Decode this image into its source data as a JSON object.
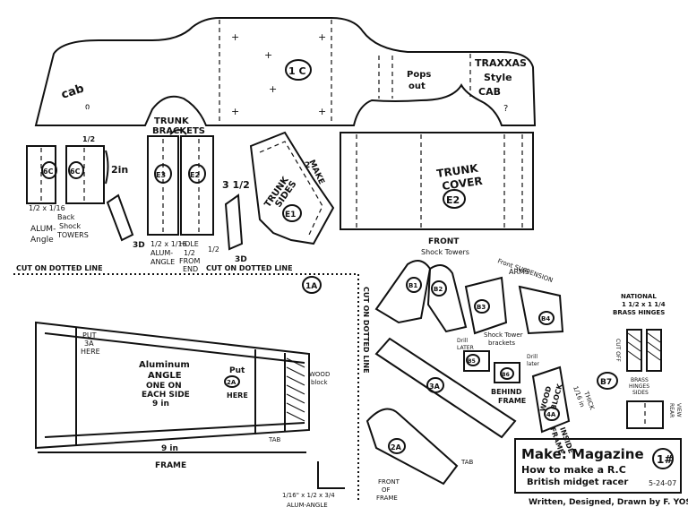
{
  "body_top": {
    "left_label": "cab",
    "left_mark": "ი",
    "center_circle": "1 C",
    "pops": "Pops",
    "out": "out",
    "traxxas": "TRAXXAS",
    "style": "Style",
    "cab": "CAB",
    "right_mark": "?"
  },
  "trunk_brackets": {
    "label1": "TRUNK",
    "label2": "BRACKETS"
  },
  "small_left": {
    "c1": "6C",
    "c2": "6C",
    "half": "1/2",
    "two_in": "2in",
    "dim": "1/2 x 1/16",
    "alum1": "ALUM-",
    "alum2": "Angle",
    "back": "Back",
    "shock": "Shock",
    "towers": "TOWERS",
    "three_d": "3D"
  },
  "e_parts": {
    "e3": "E3",
    "e2": "E2",
    "three_half": "3 1/2",
    "dim": "1/2 x 1/16",
    "alum1": "ALUM-",
    "alum2": "ANGLE",
    "hole": "HOLE",
    "hole_dim": "1/2",
    "from": "FROM",
    "end": "END",
    "half": "1/2",
    "three_d": "3D"
  },
  "trunk_sides": {
    "label1": "TRUNK",
    "label2": "SIDES",
    "code": "E1",
    "make": "MAKE",
    "two": "2"
  },
  "trunk_cover": {
    "label1": "TRUNK",
    "label2": "COVER",
    "code": "E2"
  },
  "cut_lines": {
    "left": "CUT ON DOTTED LINE",
    "mid": "CUT ON DOTTED LINE",
    "vertical": "CUT ON DOTTED LINE"
  },
  "frame": {
    "code": "1A",
    "put1": "PUT",
    "put2": "3A",
    "put3": "HERE",
    "alum1": "Aluminum",
    "alum2": "ANGLE",
    "alum3": "ONE ON",
    "alum4": "EACH SIDE",
    "alum5": "9 in",
    "put_b1": "Put",
    "put_b2": "2A",
    "put_b3": "HERE",
    "wood1": "WOOD",
    "wood2": "block",
    "tab": "TAB",
    "len": "9 in",
    "frame": "FRAME",
    "angle_dim": "1/16\" x 1/2 x 3/4",
    "angle_lbl": "ALUM-ANGLE"
  },
  "front": {
    "front": "FRONT",
    "shock_towers": "Shock Towers",
    "b1": "B1",
    "b2": "B2",
    "front_susp1": "Front SUSPENSION",
    "front_susp2": "ARMS",
    "b3": "B3",
    "b4": "B4",
    "drill1": "Drill",
    "drill2": "LATER",
    "stb1": "Shock Tower",
    "stb2": "brackets",
    "b5": "B5",
    "b6": "B6",
    "drill3": "Drill",
    "drill4": "later",
    "behind1": "BEHIND",
    "behind2": "FRAME",
    "p3a": "3A",
    "wood1": "WOOD",
    "wood2": "BLOCK",
    "p4a": "4A",
    "thick1": "1/16 in",
    "thick2": "THICK",
    "inside1": "INSIDE",
    "inside2": "FRAME",
    "p2a": "2A",
    "front_of1": "FRONT",
    "front_of2": "OF",
    "front_of3": "FRAME",
    "tab": "TAB"
  },
  "hinges": {
    "nat": "NATIONAL",
    "dim": "1 1/2 x 1 1/4",
    "brass": "BRASS HINGES",
    "code": "B7",
    "cut_off": "CUT OFF",
    "brass2": "BRASS",
    "hinges2": "HINGES",
    "sides": "SIDES",
    "rear1": "REAR",
    "rear2": "VIEW"
  },
  "title": {
    "make": "Make: Magazine",
    "how": "How to make a R.C",
    "british": "British midget racer",
    "number": "1#",
    "date": "5-24-07",
    "credit": "Written, Designed, Drawn by F. YOST"
  }
}
